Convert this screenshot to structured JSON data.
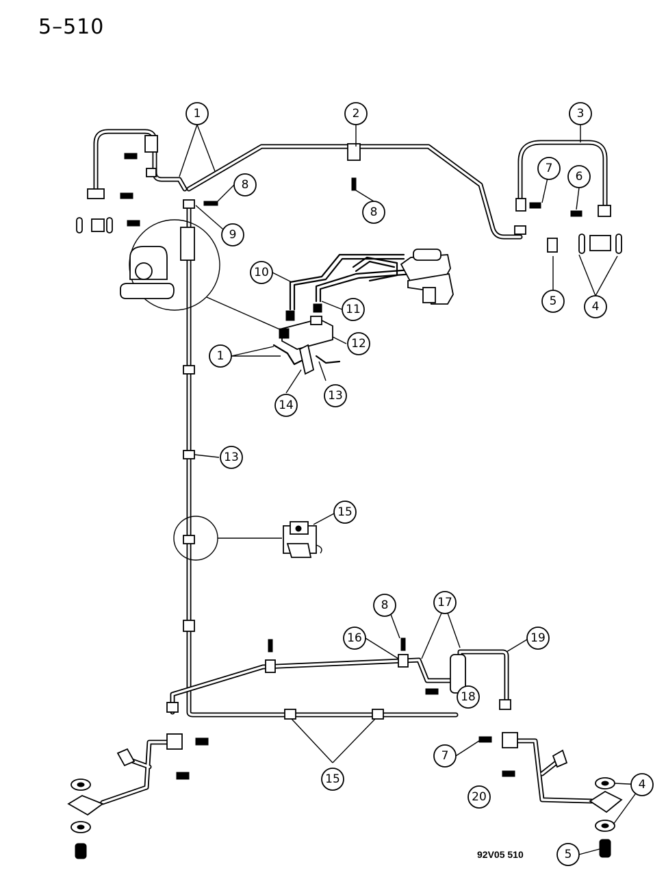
{
  "header": {
    "page_number": "5–510"
  },
  "footer": {
    "drawing_code": "92V05 510"
  },
  "callouts": {
    "c1a": "1",
    "c2": "2",
    "c3": "3",
    "c4a": "4",
    "c5a": "5",
    "c6": "6",
    "c7a": "7",
    "c8a": "8",
    "c8b": "8",
    "c9": "9",
    "c10": "10",
    "c11": "11",
    "c12": "12",
    "c1b": "1",
    "c13a": "13",
    "c14": "14",
    "c13b": "13",
    "c15a": "15",
    "c8c": "8",
    "c16": "16",
    "c17": "17",
    "c19": "19",
    "c18": "18",
    "c15b": "15",
    "c7b": "7",
    "c20": "20",
    "c4b": "4",
    "c5b": "5"
  }
}
